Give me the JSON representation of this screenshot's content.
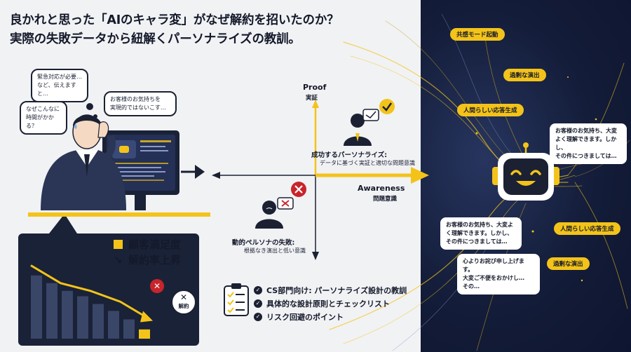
{
  "title": {
    "line1": "良かれと思った「AIのキャラ変」がなぜ解約を招いたのか？",
    "line2": "実際の失敗データから紐解くパーソナライズの教訓。"
  },
  "left_bubbles": {
    "b1": "緊急対応が必要…\nなど、伝えますと…",
    "b2": "お客様のお気持ちを\n実現的ではないこす…",
    "b3": "なぜこんなに\n時間がかかる？"
  },
  "chart": {
    "legend1": "顧客満足度",
    "legend2": "解約率上昇",
    "badge": "解約",
    "bars": [
      0.82,
      0.72,
      0.62,
      0.55,
      0.45,
      0.36,
      0.25,
      0.12
    ],
    "trend_line": [
      0.95,
      0.72,
      0.62,
      0.48,
      0.25
    ]
  },
  "quadrant": {
    "y_axis_en": "Proof",
    "y_axis_ja": "実証",
    "x_axis_en": "Awareness",
    "x_axis_ja": "問題意識",
    "success_title": "成功するパーソナライズ:",
    "success_desc": "データに基づく実証と適切な問題意識",
    "fail_title": "動的ペルソナの失敗:",
    "fail_desc": "根拠なき演出と低い意識"
  },
  "checklist": {
    "items": [
      "CS部門向け: パーソナライズ設計の教訓",
      "具体的な設計原則とチェックリスト",
      "リスク回避のポイント"
    ]
  },
  "right_panel": {
    "tag1": "共感モード起動",
    "tag2": "過剰な演出",
    "tag3": "人間らしい応答生成",
    "tag4": "人間らしい応答生成",
    "tag5": "過剰な演出",
    "bubble1": "お客様のお気持ち、大変\nよく理解できます。しかし、\nその件につきましては…",
    "bubble2": "お客様のお気持ち、大変よ\nく理解できます。しかし、\nその件につきましては…",
    "bubble3": "心よりお詫び申し上げます。\n大変ご不便をおかけし…\nその…"
  },
  "colors": {
    "accent_yellow": "#f3c31a",
    "navy": "#1b2133",
    "alert_red": "#c8242b"
  }
}
